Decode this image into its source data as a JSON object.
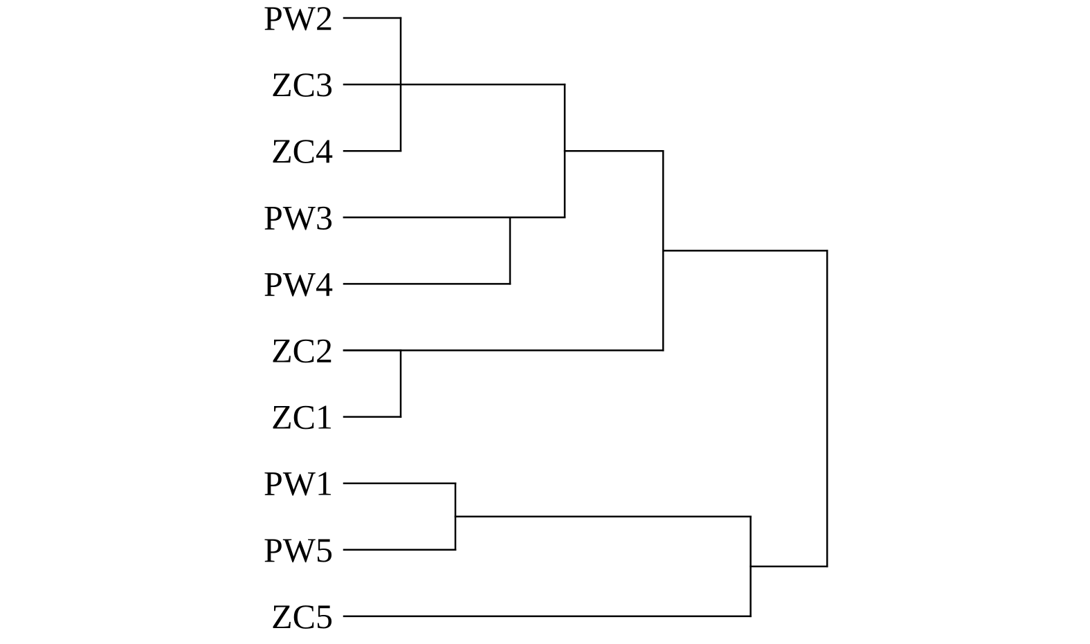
{
  "diagram": {
    "type": "dendrogram",
    "orientation": "left-to-right",
    "line_color": "#000000",
    "background_color": "#ffffff",
    "leaves": [
      {
        "id": "PW2",
        "label": "PW2"
      },
      {
        "id": "ZC3",
        "label": "ZC3"
      },
      {
        "id": "ZC4",
        "label": "ZC4"
      },
      {
        "id": "PW3",
        "label": "PW3"
      },
      {
        "id": "PW4",
        "label": "PW4"
      },
      {
        "id": "ZC2",
        "label": "ZC2"
      },
      {
        "id": "ZC1",
        "label": "ZC1"
      },
      {
        "id": "PW1",
        "label": "PW1"
      },
      {
        "id": "PW5",
        "label": "PW5"
      },
      {
        "id": "ZC5",
        "label": "ZC5"
      }
    ],
    "merges": [
      {
        "id": "m1",
        "children": [
          "PW2",
          "ZC4"
        ],
        "height": 1.0
      },
      {
        "id": "m2",
        "children": [
          "ZC2",
          "ZC1"
        ],
        "height": 1.0
      },
      {
        "id": "m3",
        "children": [
          "PW1",
          "PW5"
        ],
        "height": 2.0
      },
      {
        "id": "m4",
        "children": [
          "PW3",
          "PW4"
        ],
        "height": 3.0
      },
      {
        "id": "m5",
        "children": [
          "ZC3",
          "PW3"
        ],
        "height": 4.0
      },
      {
        "id": "m6",
        "children": [
          "m5",
          "ZC2"
        ],
        "height": 5.8
      },
      {
        "id": "m7",
        "children": [
          "m3",
          "ZC5"
        ],
        "height": 7.4
      },
      {
        "id": "m8",
        "children": [
          "m6",
          "m7"
        ],
        "height": 8.8
      }
    ]
  }
}
